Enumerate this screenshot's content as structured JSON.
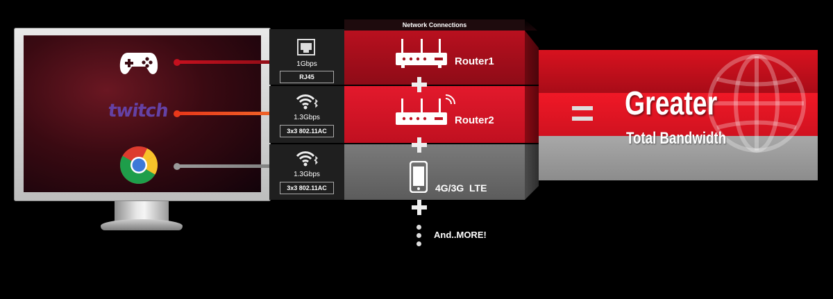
{
  "header": {
    "network_connections": "Network Connections"
  },
  "monitor": {
    "apps": [
      "gamepad-icon",
      "twitch-logo",
      "chrome-logo"
    ],
    "twitch_text": "twitch"
  },
  "adapters": [
    {
      "speed": "1Gbps",
      "tag": "RJ45",
      "icon": "ethernet-port-icon"
    },
    {
      "speed": "1.3Gbps",
      "tag": "3x3 802.11AC",
      "icon": "wifi-bluetooth-icon"
    },
    {
      "speed": "1.3Gbps",
      "tag": "3x3 802.11AC",
      "icon": "wifi-bluetooth-icon"
    }
  ],
  "connections": [
    {
      "label": "Router1",
      "icon": "router-icon",
      "color": "#b0101f"
    },
    {
      "label": "Router2",
      "icon": "router-wifi-icon",
      "color": "#d0182a"
    },
    {
      "label": "4G/3G  LTE",
      "icon": "phone-icon",
      "color": "#6e6e6e"
    }
  ],
  "more": {
    "label": "And..MORE!"
  },
  "result": {
    "equals": "=",
    "title": "Greater",
    "subtitle": "Total Bandwidth",
    "icon": "globe-icon"
  },
  "colors": {
    "red_dark": "#a3101c",
    "red": "#d9182a",
    "gray": "#6e6e6e"
  }
}
